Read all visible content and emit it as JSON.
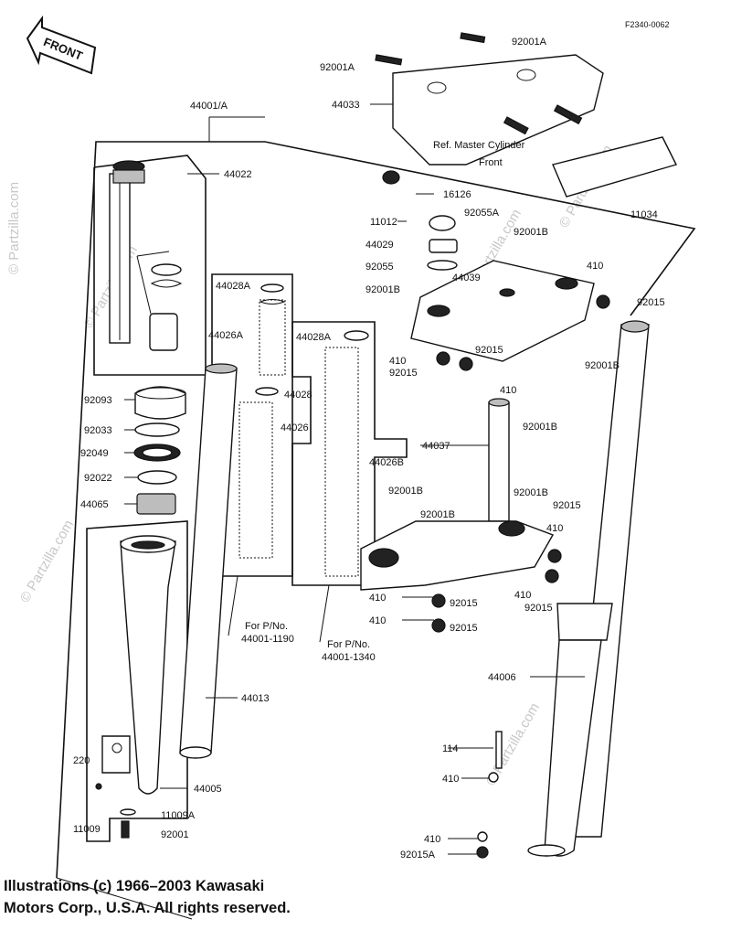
{
  "figure_id": "F2340-0062",
  "front_label": "FRONT",
  "watermark": "© Partzilla.com",
  "copyright_line1": "Illustrations (c) 1966–2003 Kawasaki",
  "copyright_line2": "Motors Corp., U.S.A.  All rights reserved.",
  "labels": {
    "p92001A_top": "92001A",
    "p92001A_left": "92001A",
    "p44033": "44033",
    "ref_master_1": "Ref.  Master Cylinder",
    "ref_master_2": "Front",
    "p11034": "11034",
    "p44001A": "44001/A",
    "p44022": "44022",
    "p16126": "16126",
    "p11012": "11012",
    "p92055A": "92055A",
    "p44029": "44029",
    "p92055": "92055",
    "p92001B_a": "92001B",
    "p44039": "44039",
    "p410_a": "410",
    "p92001B_b": "92001B",
    "p92015_a": "92015",
    "p44028A_a": "44028A",
    "p44026A": "44026A",
    "p44028A_b": "44028A",
    "p92015_b": "92015",
    "p410_b": "410",
    "p92015_c": "92015",
    "p92001B_c": "92001B",
    "p410_c": "410",
    "p92093": "92093",
    "p44028": "44028",
    "p92033": "92033",
    "p44026": "44026",
    "p44037": "44037",
    "p92001B_d": "92001B",
    "p92049": "92049",
    "p44026B": "44026B",
    "p92022": "92022",
    "p92001B_e": "92001B",
    "p92001B_f": "92001B",
    "p92001B_g": "92001B",
    "p92015_d": "92015",
    "p44065": "44065",
    "p410_d": "410",
    "p410_e": "410",
    "p92015_e": "92015",
    "p410_f": "410",
    "p92015_f": "92015",
    "p410_g": "410",
    "p92015_g": "92015",
    "for_pno_a1": "For P/No.",
    "for_pno_a2": "44001-1190",
    "for_pno_b1": "For P/No.",
    "for_pno_b2": "44001-1340",
    "p44006": "44006",
    "p44013": "44013",
    "p114": "114",
    "p220": "220",
    "p410_h": "410",
    "p44005": "44005",
    "p11009A": "11009A",
    "p11009": "11009",
    "p92001": "92001",
    "p410_i": "410",
    "p92015A": "92015A"
  }
}
